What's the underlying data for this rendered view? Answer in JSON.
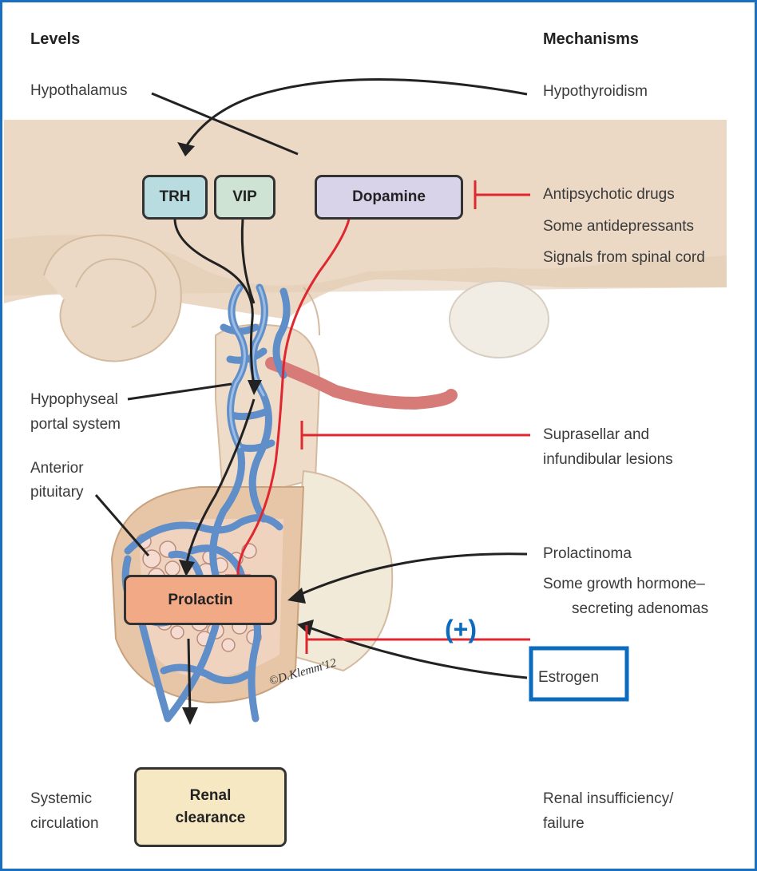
{
  "headers": {
    "levels": "Levels",
    "mechanisms": "Mechanisms"
  },
  "levels": {
    "hypothalamus": "Hypothalamus",
    "portal_line1": "Hypophyseal",
    "portal_line2": "portal system",
    "anterior_line1": "Anterior",
    "anterior_line2": "pituitary",
    "systemic_line1": "Systemic",
    "systemic_line2": "circulation"
  },
  "boxes": {
    "trh": "TRH",
    "vip": "VIP",
    "dopamine": "Dopamine",
    "prolactin": "Prolactin",
    "renal_line1": "Renal",
    "renal_line2": "clearance"
  },
  "mechanisms": {
    "hypothyroidism": "Hypothyroidism",
    "antipsychotic": "Antipsychotic drugs",
    "antidepressants": "Some antidepressants",
    "spinal": "Signals from spinal cord",
    "suprasellar_line1": "Suprasellar and",
    "suprasellar_line2": "infundibular lesions",
    "prolactinoma": "Prolactinoma",
    "gh_line1": "Some growth hormone–",
    "gh_line2": "secreting adenomas",
    "estrogen": "Estrogen",
    "renal_line1": "Renal insufficiency/",
    "renal_line2": "failure"
  },
  "annotation": {
    "plus": "(+)"
  },
  "signature": "©D.Klemm'12",
  "colors": {
    "frame": "#1a6fc0",
    "highlight": "#0b6bbf",
    "inhibit": "#e0262f",
    "vessel": "#5f8ec8",
    "tissue": "#ecd9c5",
    "trh_fill": "#b8dcdf",
    "vip_fill": "#cfe3d4",
    "dopamine_fill": "#d9d3ea",
    "prolactin_fill": "#f2a985",
    "renal_fill": "#f6e8c2"
  }
}
